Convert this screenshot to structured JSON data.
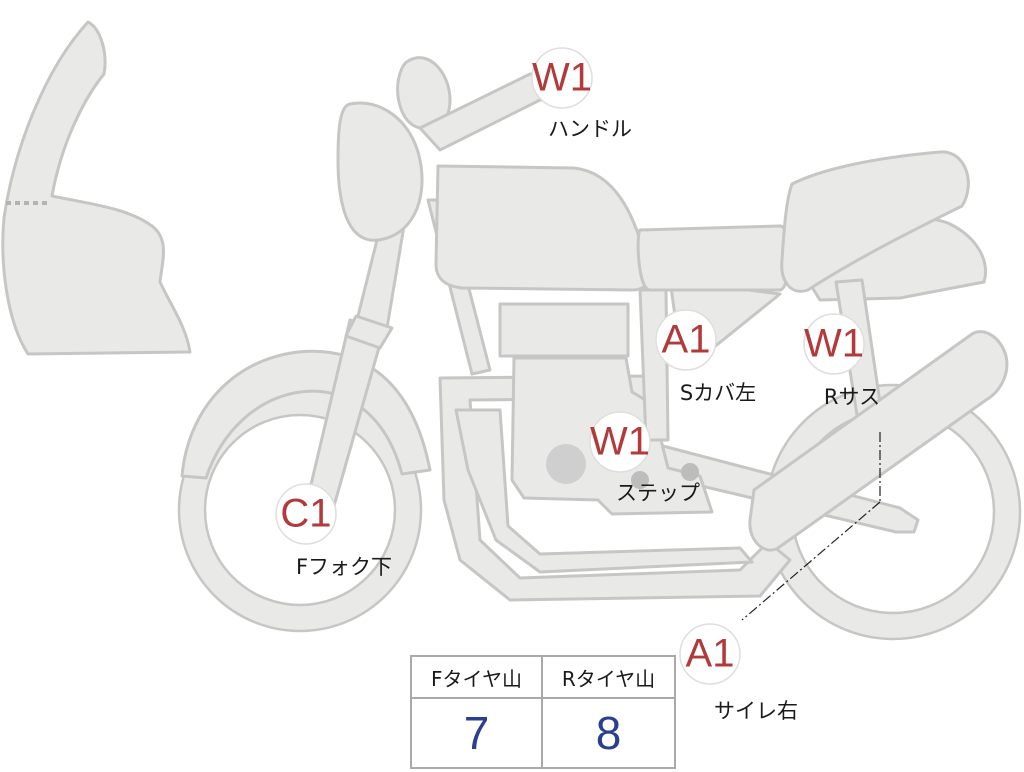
{
  "colors": {
    "body_fill": "#e9e9e7",
    "body_stroke": "#c6c6c4",
    "code_red": "#b23a3a",
    "value_blue": "#2b3f8f"
  },
  "badges": [
    {
      "code": "W1",
      "label": "ハンドル"
    },
    {
      "code": "A1",
      "label": "Sカバ左"
    },
    {
      "code": "W1",
      "label": "Rサス"
    },
    {
      "code": "W1",
      "label": "ステップ"
    },
    {
      "code": "C1",
      "label": "Fフォク下"
    },
    {
      "code": "A1",
      "label": "サイレ右"
    }
  ],
  "tread_table": {
    "headers": [
      "Fタイヤ山",
      "Rタイヤ山"
    ],
    "values": [
      "7",
      "8"
    ]
  }
}
